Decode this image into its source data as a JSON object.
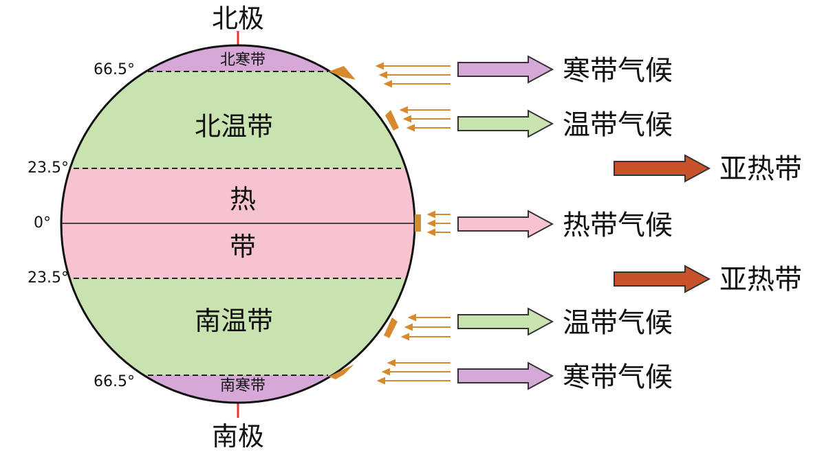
{
  "poles": {
    "north": "北极",
    "south": "南极"
  },
  "latitudes": {
    "north_polar_circle": "66.5°",
    "north_tropic": "23.5°",
    "equator": "0°",
    "south_tropic": "23.5°",
    "south_polar_circle": "66.5°"
  },
  "zones": {
    "north_frigid": "北寒带",
    "north_temperate": "北温带",
    "tropical_top": "热",
    "tropical_bottom": "带",
    "south_temperate": "南温带",
    "south_frigid": "南寒带"
  },
  "climates": {
    "frigid_north": "寒带气候",
    "temperate_north": "温带气候",
    "subtropical_north": "亚热带",
    "tropical": "热带气候",
    "subtropical_south": "亚热带",
    "temperate_south": "温带气候",
    "frigid_south": "寒带气候"
  },
  "colors": {
    "frigid": "#d6a8d8",
    "temperate": "#c8e2b0",
    "tropical": "#f7c3cf",
    "subtropical_arrow": "#c8532a",
    "sunlight": "#d8892e",
    "axis": "#e0392b"
  }
}
